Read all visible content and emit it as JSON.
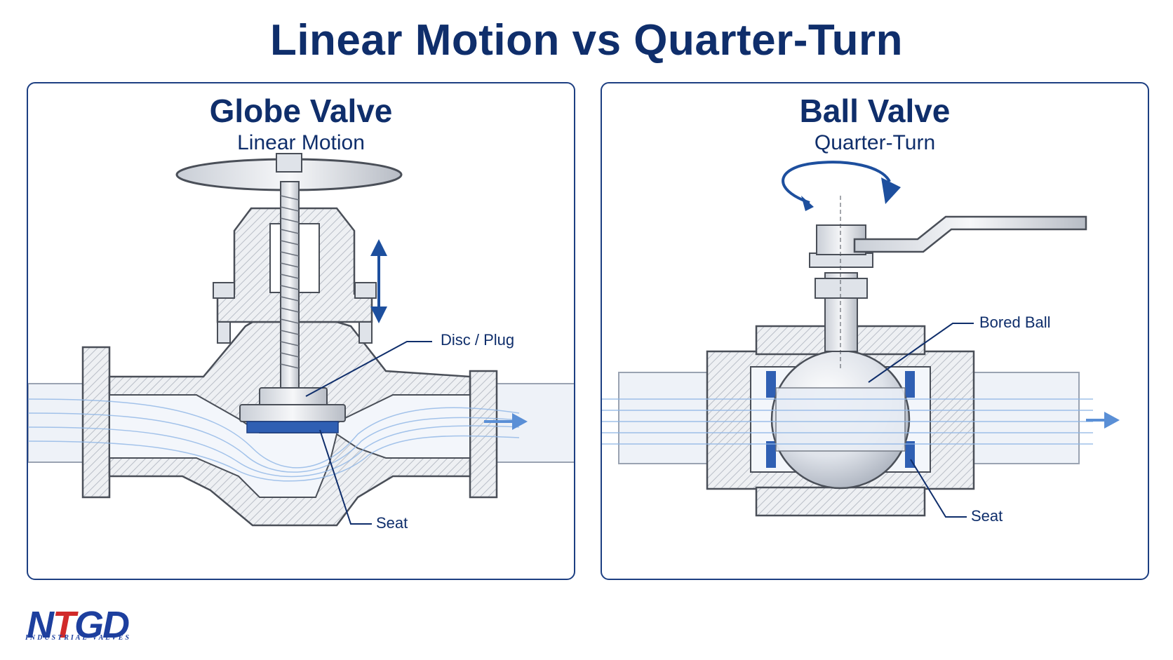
{
  "title": "Linear Motion vs Quarter-Turn",
  "panels": {
    "globe": {
      "title": "Globe Valve",
      "subtitle": "Linear Motion",
      "callouts": {
        "disc": "Disc / Plug",
        "seat": "Seat"
      }
    },
    "ball": {
      "title": "Ball Valve",
      "subtitle": "Quarter-Turn",
      "callouts": {
        "ball": "Bored Ball",
        "seat": "Seat"
      }
    }
  },
  "logo": {
    "brand_parts": [
      "N",
      "T",
      "G",
      "D"
    ],
    "tagline": "INDUSTRIAL VALVES"
  },
  "colors": {
    "navy": "#0f2e6b",
    "accent": "#1d4f9e",
    "flow": "#6ea3e0",
    "metal": "#e6e9ee",
    "outline": "#4a4f58",
    "logo_red": "#d12a2a"
  }
}
